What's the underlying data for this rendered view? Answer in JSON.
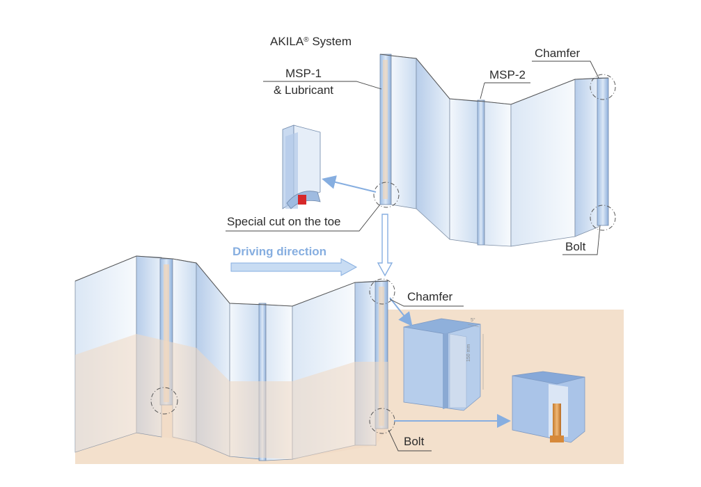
{
  "labels": {
    "system_name": "AKILA",
    "registered_mark": "®",
    "system_suffix": "System",
    "msp1": "MSP-1",
    "lubricant": "& Lubricant",
    "msp2": "MSP-2",
    "chamfer_top": "Chamfer",
    "bolt_top": "Bolt",
    "special_cut": "Special cut on the toe",
    "driving_direction": "Driving direction",
    "chamfer_bottom": "Chamfer",
    "bolt_bottom": "Bolt"
  },
  "dimensions": {
    "angle": "5°",
    "length": "150 mm"
  },
  "colors": {
    "panel_light": "#e6eef8",
    "panel_mid": "#c6d8ef",
    "panel_dark": "#a9c4e6",
    "soil": "#f3e0cc",
    "arrow_blue": "#86aee0",
    "bolt_orange": "#e3a15a",
    "cut_red": "#d6282a",
    "line": "#444444"
  }
}
